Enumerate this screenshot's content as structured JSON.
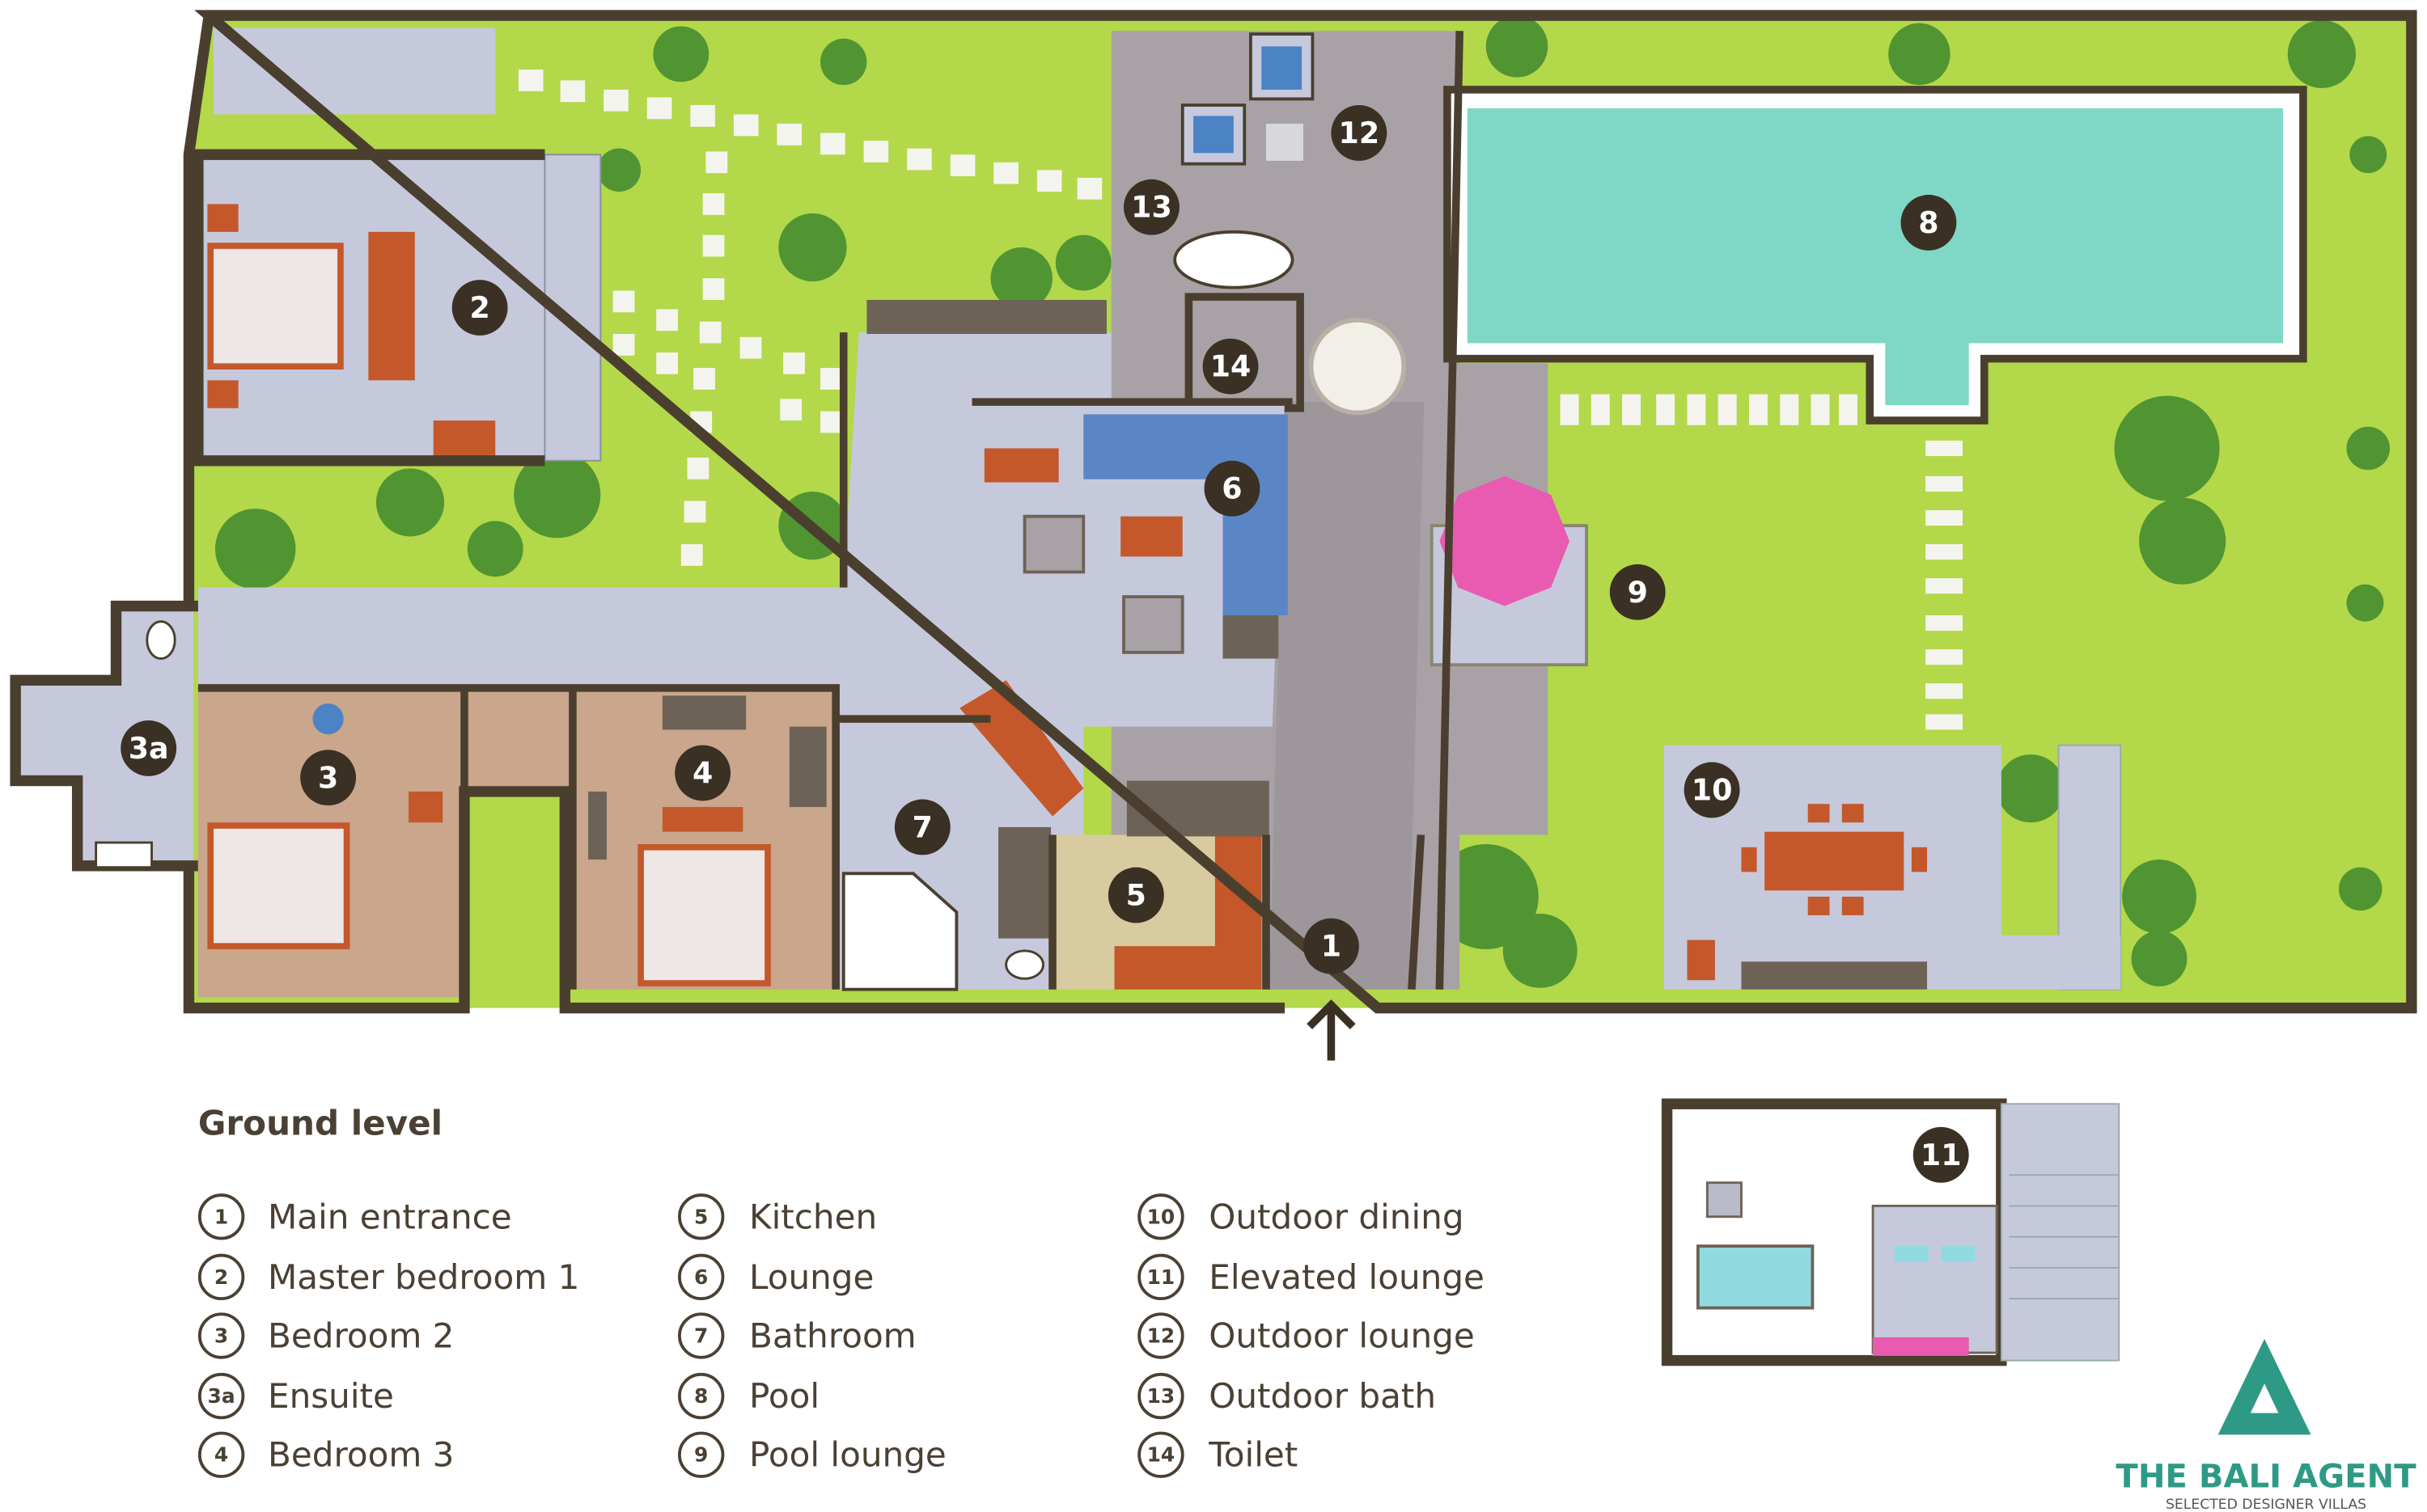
{
  "plan": {
    "title": "Ground level",
    "markers": [
      "1",
      "2",
      "3",
      "3a",
      "4",
      "5",
      "6",
      "7",
      "8",
      "9",
      "10",
      "11",
      "12",
      "13",
      "14"
    ],
    "legend": [
      {
        "num": "1",
        "label": "Main entrance"
      },
      {
        "num": "2",
        "label": "Master bedroom 1"
      },
      {
        "num": "3",
        "label": "Bedroom 2"
      },
      {
        "num": "3a",
        "label": "Ensuite"
      },
      {
        "num": "4",
        "label": "Bedroom 3"
      },
      {
        "num": "5",
        "label": "Kitchen"
      },
      {
        "num": "6",
        "label": "Lounge"
      },
      {
        "num": "7",
        "label": "Bathroom"
      },
      {
        "num": "8",
        "label": "Pool"
      },
      {
        "num": "9",
        "label": "Pool lounge"
      },
      {
        "num": "10",
        "label": "Outdoor dining"
      },
      {
        "num": "11",
        "label": "Elevated lounge"
      },
      {
        "num": "12",
        "label": "Outdoor lounge"
      },
      {
        "num": "13",
        "label": "Outdoor bath"
      },
      {
        "num": "14",
        "label": "Toilet"
      }
    ]
  },
  "logo": {
    "brand": "THE BALI AGENT",
    "tagline": "SELECTED DESIGNER VILLAS"
  },
  "colors": {
    "wall": "#4a3f2e",
    "grass": "#b3d84a",
    "floor": "#c6c9dc",
    "pool": "#7fd8c6",
    "deck": "#a8a2a6",
    "wood": "#c9a68c",
    "furniture": "#c4582a",
    "umbrella": "#e95bb0",
    "logo": "#2e9a85"
  }
}
